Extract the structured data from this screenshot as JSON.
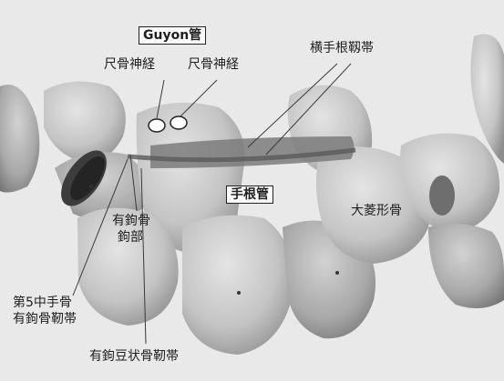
{
  "labels": {
    "guyon_canal": "Guyon管",
    "ulnar_nerve_left": "尺骨神経",
    "ulnar_nerve_right": "尺骨神経",
    "transverse_carpal_ligament": "横手根靱帯",
    "carpal_tunnel": "手根管",
    "hamulus_line1": "有鉤骨",
    "hamulus_line2": "鉤部",
    "trapezium": "大菱形骨",
    "metacarpal_ligament_line1": "第5中手骨",
    "metacarpal_ligament_line2": "有鉤骨靭帯",
    "pisohamate_ligament": "有鉤豆状骨靭帯"
  },
  "colors": {
    "background": "#e9e9e9",
    "bone": "#c9c9c9",
    "bone_shadow": "#8f8f8f",
    "ligament": "#6f6f6f",
    "leader_line": "#3a3a3a"
  }
}
